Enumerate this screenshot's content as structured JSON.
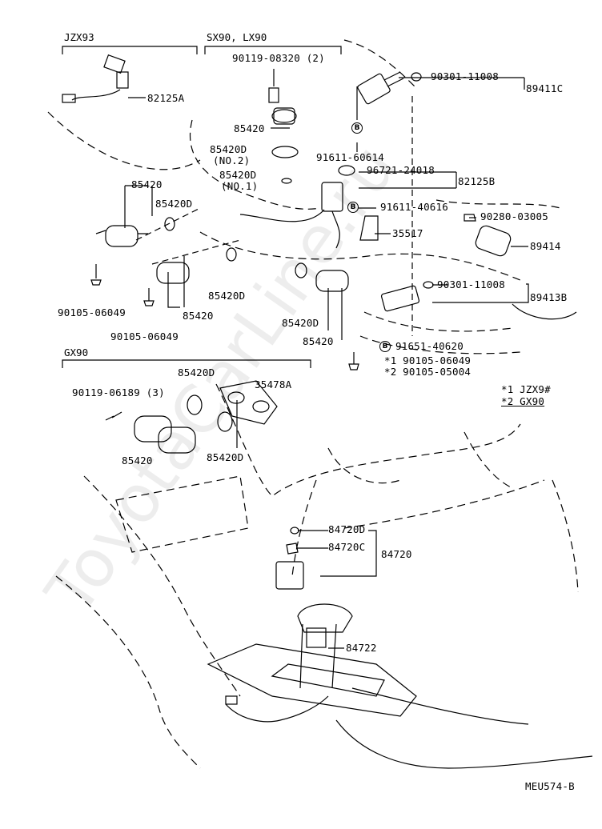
{
  "section_headers": {
    "jzx93": "JZX93",
    "sx90_lx90": "SX90, LX90",
    "gx90": "GX90"
  },
  "labels": {
    "p82125A": "82125A",
    "p90119_08320": "90119-08320 (2)",
    "p90301_11008_top": "90301-11008",
    "p89411C": "89411C",
    "p85420_a": "85420",
    "p85420D_no2": "85420D",
    "no2": "(NO.2)",
    "p85420D_no1": "85420D",
    "no1": "(NO.1)",
    "p91611_60614": "91611-60614",
    "p96721_24018": "96721-24018",
    "p82125B": "82125B",
    "p85420_b": "85420",
    "p85420D_b": "85420D",
    "p91611_40616": "91611-40616",
    "p90280_03005": "90280-03005",
    "p35517": "35517",
    "p89414": "89414",
    "p90301_11008_mid": "90301-11008",
    "p89413B": "89413B",
    "p90105_06049_a": "90105-06049",
    "p85420D_c": "85420D",
    "p90105_06049_b": "90105-06049",
    "p85420_c": "85420",
    "p85420D_d": "85420D",
    "p85420_d": "85420",
    "p91651_40620": "91651-40620",
    "star1_part": "*1  90105-06049",
    "star2_part": "*2  90105-05004",
    "legend1": "*1 JZX9#",
    "legend2": "*2 GX90",
    "p85420D_e": "85420D",
    "p35478A": "35478A",
    "p90119_06189": "90119-06189 (3)",
    "p85420_e": "85420",
    "p85420D_f": "85420D",
    "p84720D": "84720D",
    "p84720C": "84720C",
    "p84720": "84720",
    "p84722": "84722",
    "diagram_code": "MEU574-B",
    "badge_b": "B",
    "watermark": "ToyotaCarLine.ru"
  }
}
